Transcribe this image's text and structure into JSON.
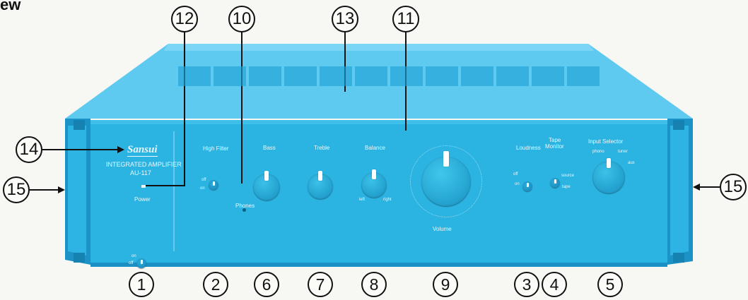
{
  "heading_fragment": "ew",
  "brand_logo": "Sansui",
  "model_line1": "INTEGRATED AMPLIFIER",
  "model_line2": "AU-117",
  "labels": {
    "power": "Power",
    "power_on": "on",
    "power_off": "off",
    "high_filter": "High Filter",
    "high_filter_on": "on",
    "high_filter_off": "off",
    "phones": "Phones",
    "bass": "Bass",
    "treble": "Treble",
    "balance": "Balance",
    "balance_left": "left",
    "balance_right": "right",
    "volume": "Volume",
    "loudness": "Loudness",
    "loudness_on": "on",
    "loudness_off": "off",
    "tape_monitor_1": "Tape",
    "tape_monitor_2": "Monitor",
    "tape_source": "source",
    "tape_tape": "tape",
    "input_selector": "Input Selector",
    "input_phono": "phono",
    "input_tuner": "tuner",
    "input_aux": "aux"
  },
  "callouts": {
    "c1": "1",
    "c2": "2",
    "c3": "3",
    "c4": "4",
    "c5": "5",
    "c6": "6",
    "c7": "7",
    "c8": "8",
    "c9": "9",
    "c10": "10",
    "c11": "11",
    "c12": "12",
    "c13": "13",
    "c14": "14",
    "c15a": "15",
    "c15b": "15"
  },
  "colors": {
    "panel": "#2bb3e2",
    "panel_dark": "#1c8fc4",
    "top": "#63ccf0",
    "background": "#f7f7f4",
    "callout_ink": "#111111"
  }
}
